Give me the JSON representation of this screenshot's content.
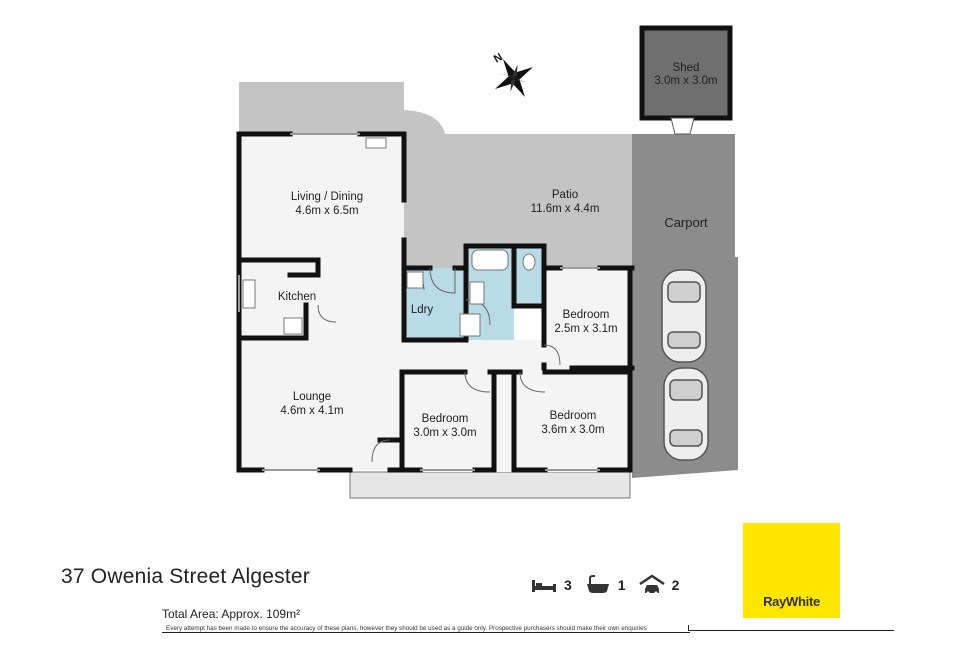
{
  "rooms": {
    "living_dining": {
      "name": "Living / Dining",
      "size": "4.6m x 6.5m"
    },
    "patio": {
      "name": "Patio",
      "size": "11.6m x 4.4m"
    },
    "kitchen": {
      "name": "Kitchen"
    },
    "laundry": {
      "name": "Ldry"
    },
    "bedroom_1": {
      "name": "Bedroom",
      "size": "2.5m x 3.1m"
    },
    "lounge": {
      "name": "Lounge",
      "size": "4.6m x 4.1m"
    },
    "bedroom_2": {
      "name": "Bedroom",
      "size": "3.0m x 3.0m"
    },
    "bedroom_3": {
      "name": "Bedroom",
      "size": "3.6m x 3.0m"
    },
    "carport": {
      "name": "Carport"
    },
    "shed": {
      "name": "Shed",
      "size": "3.0m x 3.0m"
    }
  },
  "compass": {
    "label": "N"
  },
  "footer": {
    "address": "37 Owenia Street Algester",
    "total_area": "Total Area: Approx. 109m²",
    "disclaimer": "Every attempt has been made to ensure the accuracy of these plans, however they should be used as a guide only.  Prospective purchasers should make their own enquiries"
  },
  "stats": {
    "bedrooms": "3",
    "bedroom_icon": "bed-icon",
    "bathrooms": "1",
    "bathroom_icon": "bathtub-icon",
    "garage": "2",
    "garage_icon": "garage-car-icon"
  },
  "brand": {
    "name": "RayWhite",
    "color": "#ffe600"
  },
  "colors": {
    "patio": "#c4c4c4",
    "wet_area": "#b8dbe6",
    "carport": "#8a8a8a",
    "wall": "#111111",
    "room": "#f3f3f3"
  }
}
